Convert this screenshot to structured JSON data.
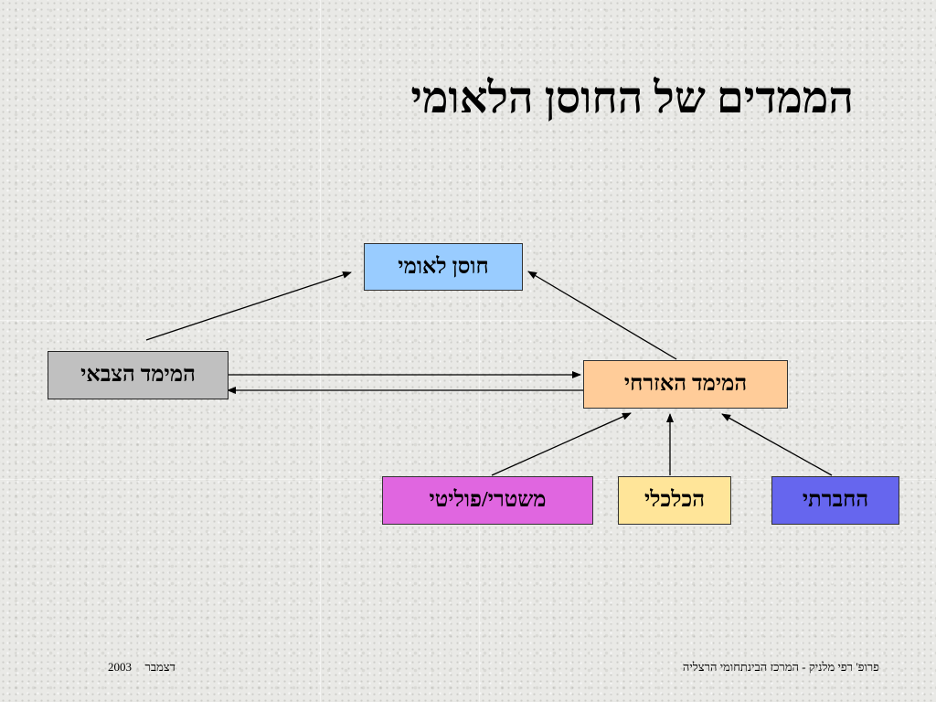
{
  "slide": {
    "title": "הממדים של החוסן הלאומי"
  },
  "nodes": {
    "national_resilience": {
      "label": "חוסן לאומי",
      "color": "#99ccff"
    },
    "military": {
      "label": "המימד הצבאי",
      "color": "#c0c0c0"
    },
    "civilian": {
      "label": "המימד האזרחי",
      "color": "#ffcc99"
    },
    "political": {
      "label": "משטרי/פוליטי",
      "color": "#e066e0"
    },
    "economic": {
      "label": "הכלכלי",
      "color": "#ffe599"
    },
    "social": {
      "label": "החברתי",
      "color": "#6666ee"
    }
  },
  "edges": [
    {
      "from": "military",
      "to": "national_resilience"
    },
    {
      "from": "civilian",
      "to": "national_resilience"
    },
    {
      "from": "military",
      "to": "civilian"
    },
    {
      "from": "civilian",
      "to": "military"
    },
    {
      "from": "political",
      "to": "civilian"
    },
    {
      "from": "economic",
      "to": "civilian"
    },
    {
      "from": "social",
      "to": "civilian"
    }
  ],
  "footer": {
    "left_year": "2003",
    "left_month": "דצמבר",
    "right_text": "פרופ' רפי מלניק - המרכז הבינתחומי הרצליה"
  }
}
